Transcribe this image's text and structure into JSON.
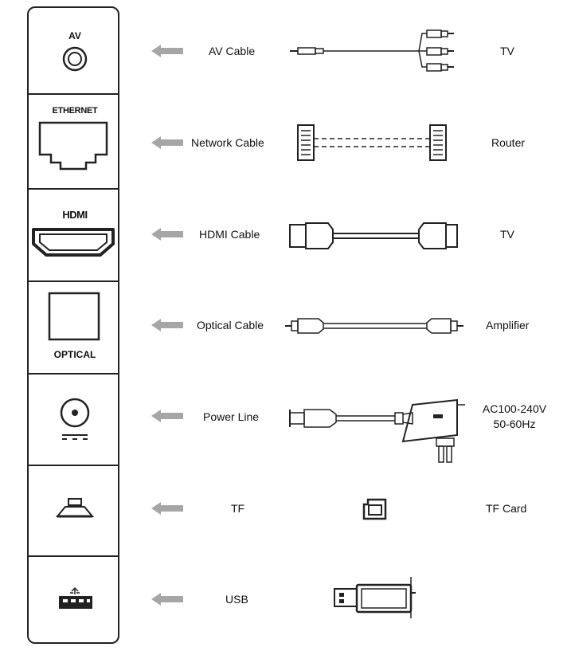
{
  "ports": [
    {
      "id": "av",
      "label": "AV",
      "cable": "AV Cable",
      "destination": "TV"
    },
    {
      "id": "ethernet",
      "label": "ETHERNET",
      "cable": "Network Cable",
      "destination": "Router"
    },
    {
      "id": "hdmi",
      "label": "HDMI",
      "cable": "HDMI Cable",
      "destination": "TV"
    },
    {
      "id": "optical",
      "label": "OPTICAL",
      "cable": "Optical Cable",
      "destination": "Amplifier"
    },
    {
      "id": "power",
      "label": "",
      "cable": "Power Line",
      "destination_line1": "AC100-240V",
      "destination_line2": "50-60Hz"
    },
    {
      "id": "tf",
      "label": "",
      "cable": "TF",
      "destination": "TF Card"
    },
    {
      "id": "usb",
      "label": "",
      "cable": "USB",
      "destination": ""
    }
  ],
  "colors": {
    "line": "#222222",
    "arrow": "#a6a6a6",
    "background": "#ffffff"
  },
  "icons": [
    "av-jack-icon",
    "ethernet-port-icon",
    "hdmi-port-icon",
    "optical-port-icon",
    "dc-power-jack-icon",
    "tf-slot-icon",
    "usb-port-icon",
    "av-cable-icon",
    "network-cable-icon",
    "hdmi-cable-icon",
    "optical-cable-icon",
    "power-adapter-icon",
    "tf-card-icon",
    "usb-drive-icon"
  ]
}
